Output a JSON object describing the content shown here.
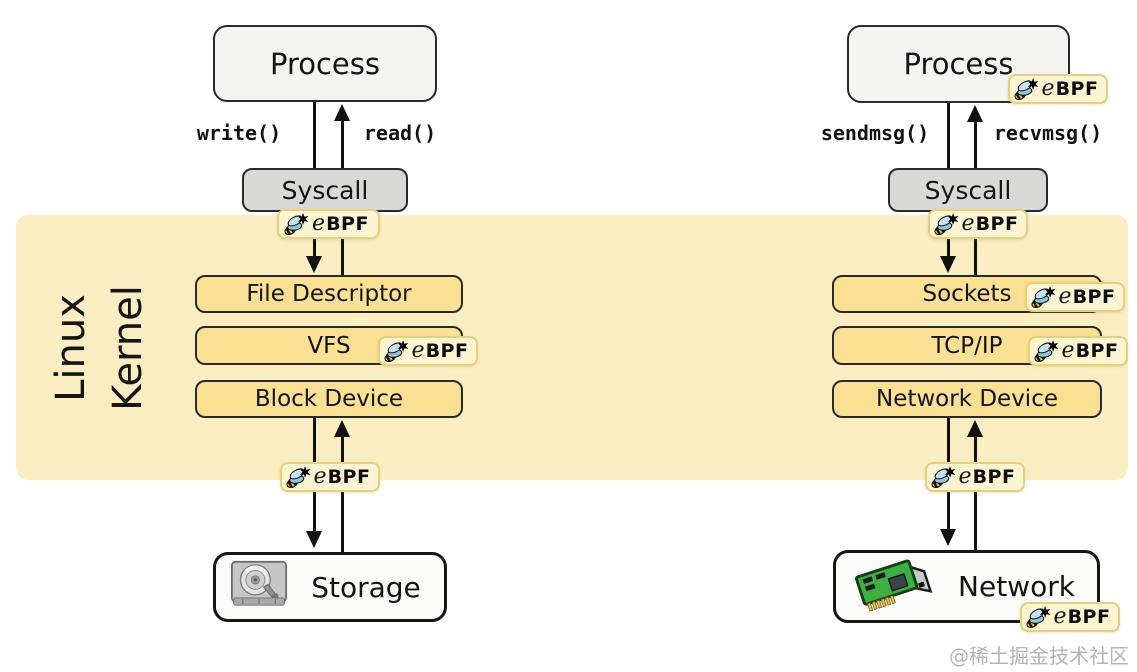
{
  "diagram": {
    "kernel": {
      "line1": "Linux",
      "line2": "Kernel"
    },
    "left": {
      "process": "Process",
      "call_down": "write()",
      "call_up": "read()",
      "syscall": "Syscall",
      "layers": [
        "File Descriptor",
        "VFS",
        "Block Device"
      ],
      "endpoint": "Storage"
    },
    "right": {
      "process": "Process",
      "call_down": "sendmsg()",
      "call_up": "recvmsg()",
      "syscall": "Syscall",
      "layers": [
        "Sockets",
        "TCP/IP",
        "Network Device"
      ],
      "endpoint": "Network"
    }
  },
  "ebpf": {
    "e": "e",
    "bpf": "BPF",
    "icon": "ebpf-bee-icon"
  },
  "icons": {
    "storage": "hard-disk-icon",
    "network": "network-card-icon"
  },
  "colors": {
    "band": "#FBEDC2",
    "layer": "#F9E093",
    "badge-bg": "#FDF5D2",
    "badge-bd": "#E6CF7D",
    "proc": "#F4F4F1",
    "sys": "#D9D9D7",
    "endp": "#FBFBF9",
    "bd": "#2A2A2A",
    "arrow": "#111111"
  },
  "watermark": {
    "text": "@稀土掘金技术社区"
  }
}
